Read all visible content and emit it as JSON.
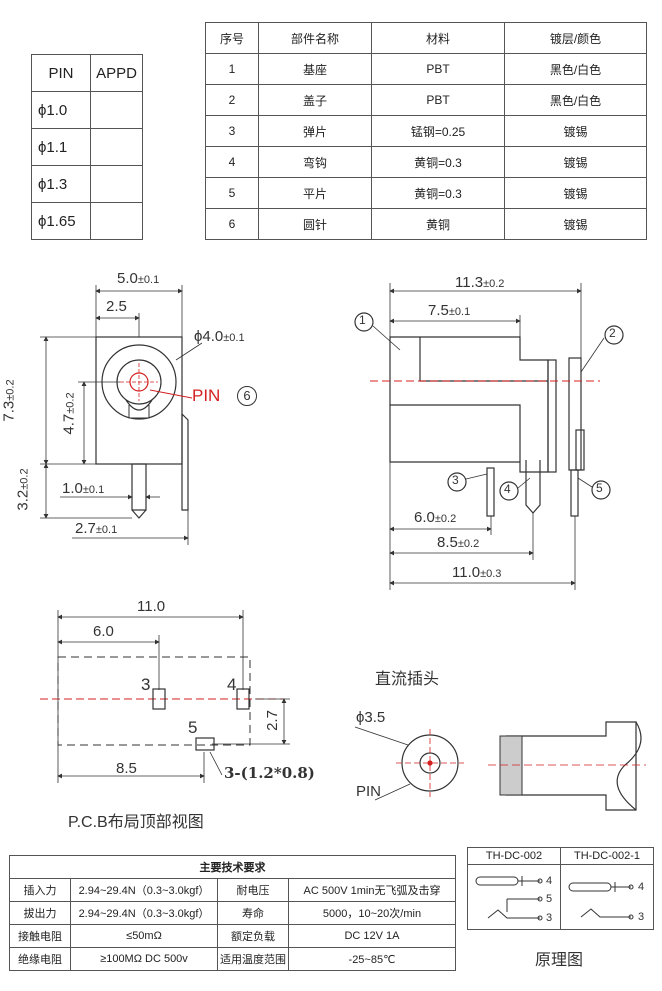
{
  "pin_table": {
    "headers": [
      "PIN",
      "APPD"
    ],
    "rows": [
      {
        "pin": "ϕ1.0",
        "appd": ""
      },
      {
        "pin": "ϕ1.1",
        "appd": ""
      },
      {
        "pin": "ϕ1.3",
        "appd": ""
      },
      {
        "pin": "ϕ1.65",
        "appd": ""
      }
    ]
  },
  "parts_table": {
    "headers": [
      "序号",
      "部件名称",
      "材料",
      "镀层/颜色"
    ],
    "rows": [
      {
        "no": "1",
        "name": "基座",
        "material": "PBT",
        "finish": "黑色/白色"
      },
      {
        "no": "2",
        "name": "盖子",
        "material": "PBT",
        "finish": "黑色/白色"
      },
      {
        "no": "3",
        "name": "弹片",
        "material": "锰钢=0.25",
        "finish": "镀锡"
      },
      {
        "no": "4",
        "name": "弯钩",
        "material": "黄铜=0.3",
        "finish": "镀锡"
      },
      {
        "no": "5",
        "name": "平片",
        "material": "黄铜=0.3",
        "finish": "镀锡"
      },
      {
        "no": "6",
        "name": "圆针",
        "material": "黄铜",
        "finish": "镀锡"
      }
    ]
  },
  "front_view": {
    "dim_width": "5.0",
    "dim_width_tol": "±0.1",
    "dim_center": "2.5",
    "dim_dia": "ϕ4.0",
    "dim_dia_tol": "±0.1",
    "pin_label": "PIN",
    "pin_marker": "6",
    "dim_height": "7.3",
    "dim_height_tol": "±0.2",
    "dim_axis": "4.7",
    "dim_axis_tol": "±0.2",
    "dim_pin_len": "3.2",
    "dim_pin_len_tol": "±0.2",
    "dim_pin_w": "1.0",
    "dim_pin_w_tol": "±0.1",
    "dim_offset": "2.7",
    "dim_offset_tol": "±0.1"
  },
  "side_view": {
    "dim_total": "11.3",
    "dim_total_tol": "±0.2",
    "dim_inner": "7.5",
    "dim_inner_tol": "±0.1",
    "dim_p3": "6.0",
    "dim_p3_tol": "±0.2",
    "dim_p4": "8.5",
    "dim_p4_tol": "±0.2",
    "dim_p5": "11.0",
    "dim_p5_tol": "±0.3",
    "markers": [
      "1",
      "2",
      "3",
      "4",
      "5"
    ]
  },
  "pcb_view": {
    "dim_total": "11.0",
    "dim_mid": "6.0",
    "dim_low": "8.5",
    "dim_vert": "2.7",
    "pad_labels": [
      "3",
      "4",
      "5"
    ],
    "slot_note": "3-(1.2*0.8)",
    "caption": "P.C.B布局顶部视图"
  },
  "plug_view": {
    "title": "直流插头",
    "dim_dia": "ϕ3.5",
    "pin_label": "PIN"
  },
  "spec_table": {
    "title": "主要技术要求",
    "rows": [
      [
        "插入力",
        "2.94~29.4N（0.3~3.0kgf）",
        "耐电压",
        "AC 500V 1min无飞弧及击穿"
      ],
      [
        "拔出力",
        "2.94~29.4N（0.3~3.0kgf）",
        "寿命",
        "5000，10~20次/min"
      ],
      [
        "接触电阻",
        "≤50mΩ",
        "额定负载",
        "DC 12V 1A"
      ],
      [
        "绝缘电阻",
        "≥100MΩ  DC 500v",
        "适用温度范围",
        "-25~85℃"
      ]
    ]
  },
  "schematic": {
    "headers": [
      "TH-DC-002",
      "TH-DC-002-1"
    ],
    "left_pins": [
      "4",
      "5",
      "3"
    ],
    "right_pins": [
      "4",
      "3"
    ],
    "caption": "原理图"
  },
  "colors": {
    "line": "#333333",
    "red": "#d42020"
  }
}
